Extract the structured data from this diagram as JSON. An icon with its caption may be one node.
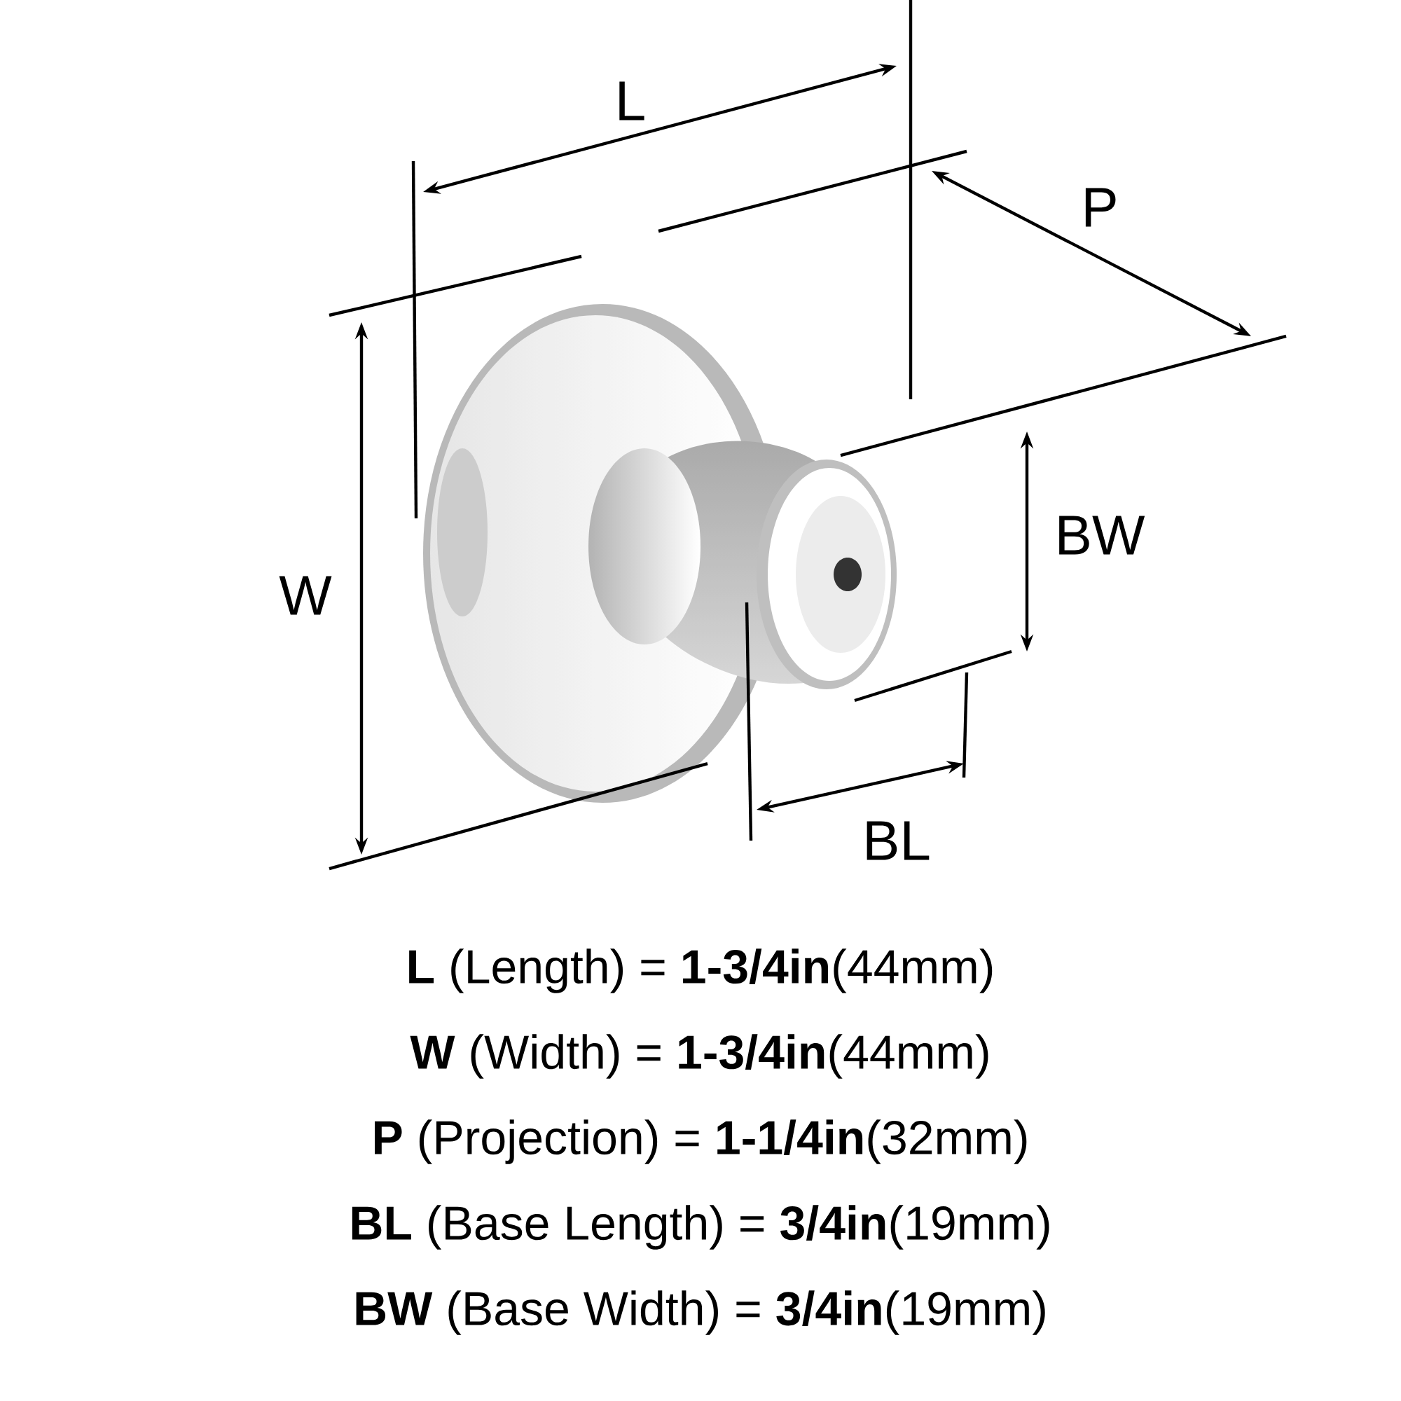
{
  "diagram": {
    "labels": [
      "L",
      "P",
      "BW",
      "W",
      "BL",
      "**L** (Length) = **1-3/4in**(44mm)",
      "**W** (Width) = **1-3/4in**(44mm)",
      "**P** (Projection) = **1-1/4in**(32mm)",
      "**BL** (Base Length) = **3/4in**(19mm)",
      "**BW** (Base Width) = **3/4in**(19mm)"
    ]
  }
}
